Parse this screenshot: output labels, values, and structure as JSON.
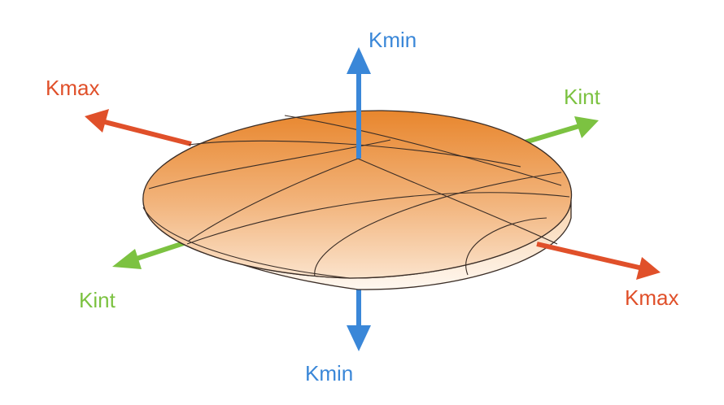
{
  "diagram": {
    "labels": {
      "kmin_top": "Kmin",
      "kmin_bottom": "Kmin",
      "kmax_left": "Kmax",
      "kmax_right": "Kmax",
      "kint_top": "Kint",
      "kint_bottom": "Kint"
    },
    "colors": {
      "kmin": "#3a87d8",
      "kmax": "#e0502a",
      "kint": "#7cc241",
      "ellipsoid_top": "#e8872f",
      "ellipsoid_bottom": "#fdf0e4",
      "outline": "#3a2d26"
    }
  }
}
